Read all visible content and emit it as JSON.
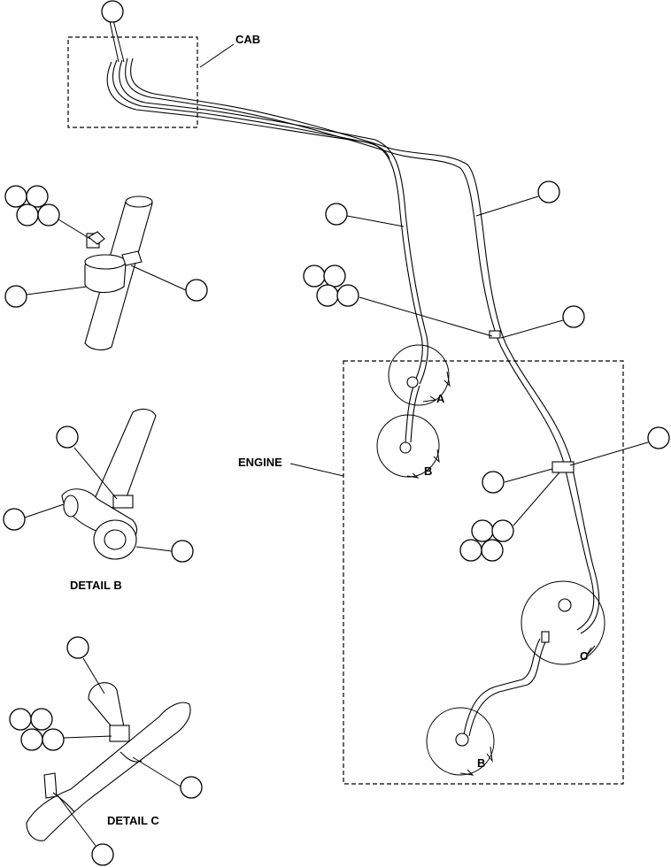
{
  "labels": {
    "cab": "CAB",
    "engine": "ENGINE",
    "detail_b": "DETAIL B",
    "detail_c": "DETAIL C",
    "callout_a": "A",
    "callout_b1": "B",
    "callout_b2": "B",
    "callout_c": "C"
  }
}
